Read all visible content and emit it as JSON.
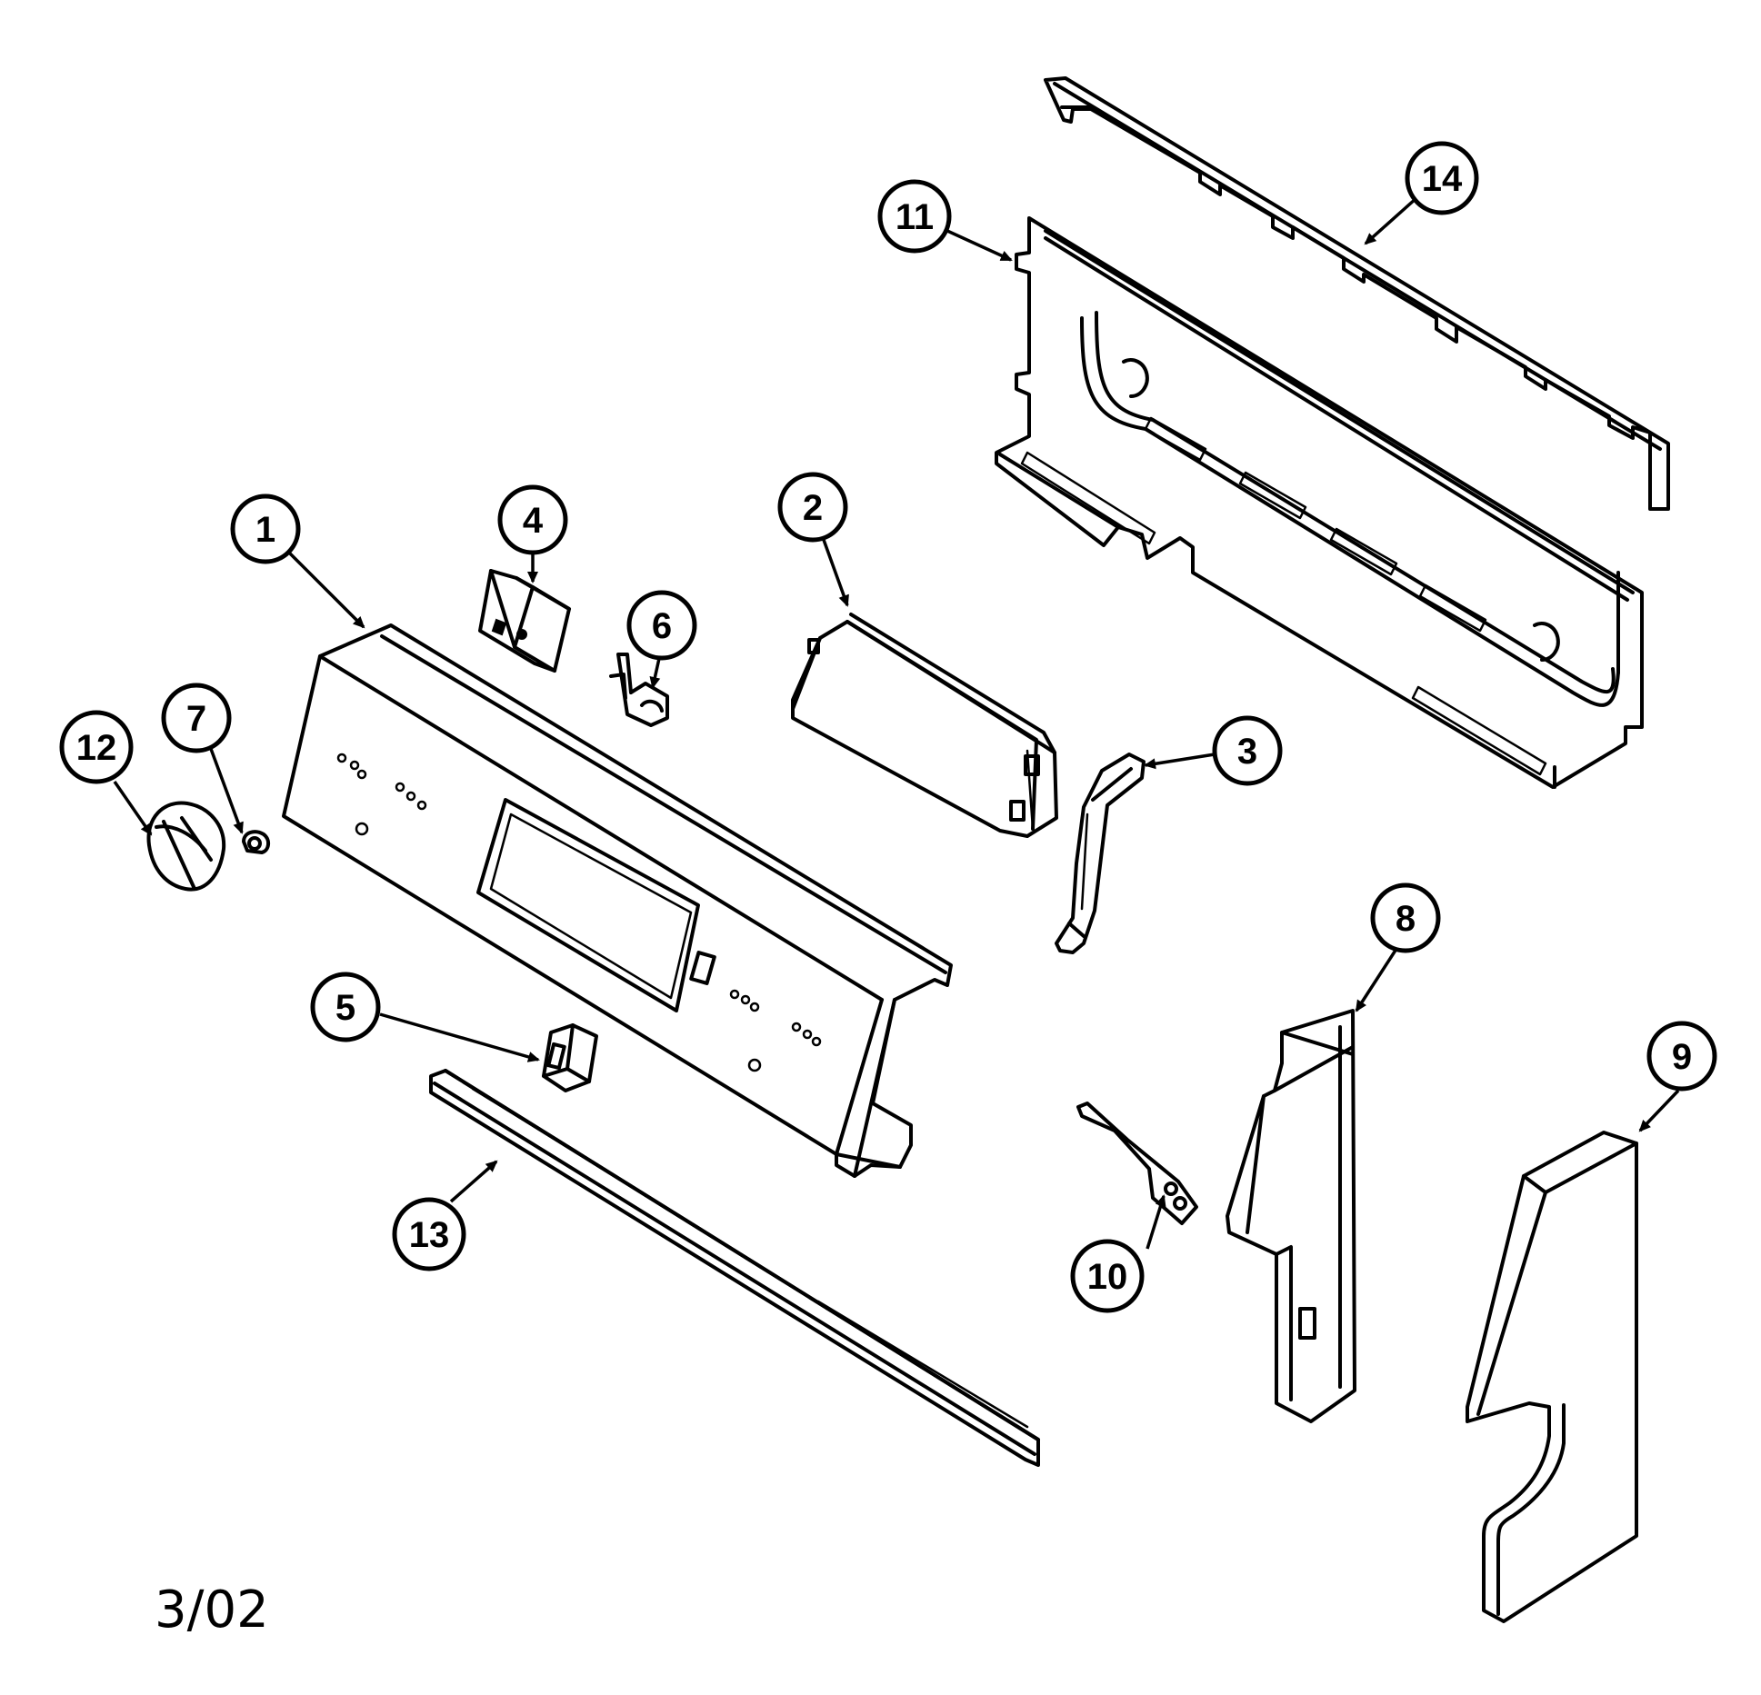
{
  "figure": {
    "date_code": "3/02"
  },
  "callouts": [
    {
      "id": "c1",
      "label": "1"
    },
    {
      "id": "c2",
      "label": "2"
    },
    {
      "id": "c3",
      "label": "3"
    },
    {
      "id": "c4",
      "label": "4"
    },
    {
      "id": "c5",
      "label": "5"
    },
    {
      "id": "c6",
      "label": "6"
    },
    {
      "id": "c7",
      "label": "7"
    },
    {
      "id": "c8",
      "label": "8"
    },
    {
      "id": "c9",
      "label": "9"
    },
    {
      "id": "c10",
      "label": "10"
    },
    {
      "id": "c11",
      "label": "11"
    },
    {
      "id": "c12",
      "label": "12"
    },
    {
      "id": "c13",
      "label": "13"
    },
    {
      "id": "c14",
      "label": "14"
    }
  ]
}
